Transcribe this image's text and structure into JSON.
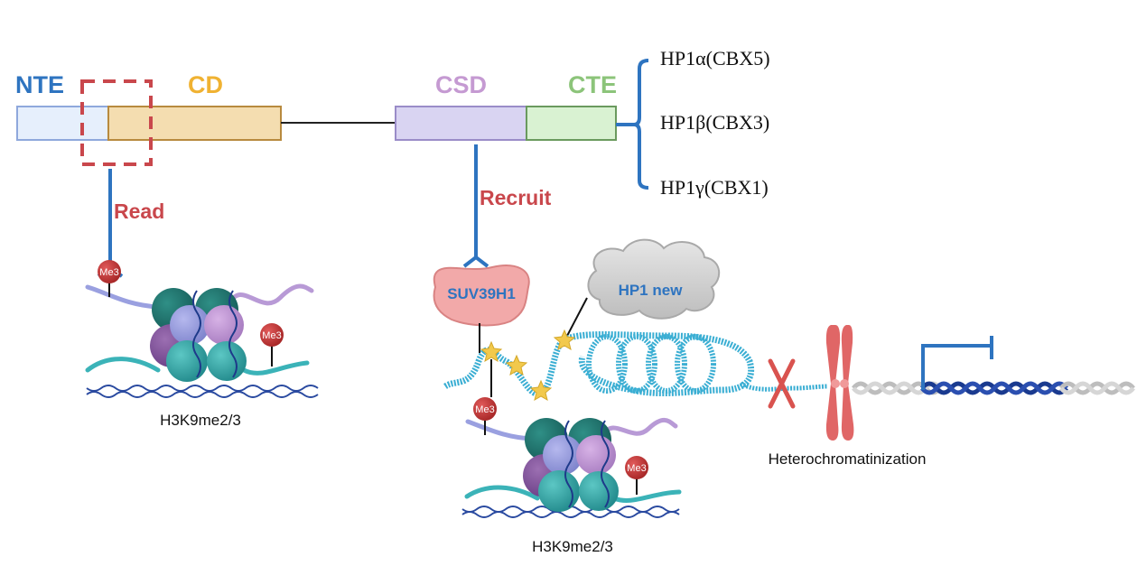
{
  "domains": {
    "nte": {
      "label": "NTE",
      "color": "#2e74c0",
      "fill": "#e6effc",
      "stroke": "#8fa8dc"
    },
    "cd": {
      "label": "CD",
      "color": "#f0b232",
      "fill": "#f4ddb0",
      "stroke": "#b88a3e"
    },
    "csd": {
      "label": "CSD",
      "color": "#c59ad2",
      "fill": "#d9d4f2",
      "stroke": "#9a8cc8"
    },
    "cte": {
      "label": "CTE",
      "color": "#8cc47a",
      "fill": "#d9f2d2",
      "stroke": "#6a9a5e"
    }
  },
  "isoforms": [
    {
      "label": "HP1α(CBX5)"
    },
    {
      "label": "HP1β(CBX3)"
    },
    {
      "label": "HP1γ(CBX1)"
    }
  ],
  "actions": {
    "read": "Read",
    "recruit": "Recruit"
  },
  "nodes": {
    "suv39h1": "SUV39H1",
    "hp1_new": "HP1 new",
    "me3": "Me3"
  },
  "captions": {
    "left_nucleosome": "H3K9me2/3",
    "right_nucleosome": "H3K9me2/3",
    "heterochromatinization": "Heterochromatinization"
  },
  "colors": {
    "connector_blue": "#2e74c0",
    "action_red": "#c9474c",
    "chromatin_cyan": "#3aaed3",
    "star_yellow": "#f2c94c",
    "chromosome_red": "#e06666",
    "gene_dna": "#1f3f9a",
    "gray_dna": "#bdbdbd"
  }
}
